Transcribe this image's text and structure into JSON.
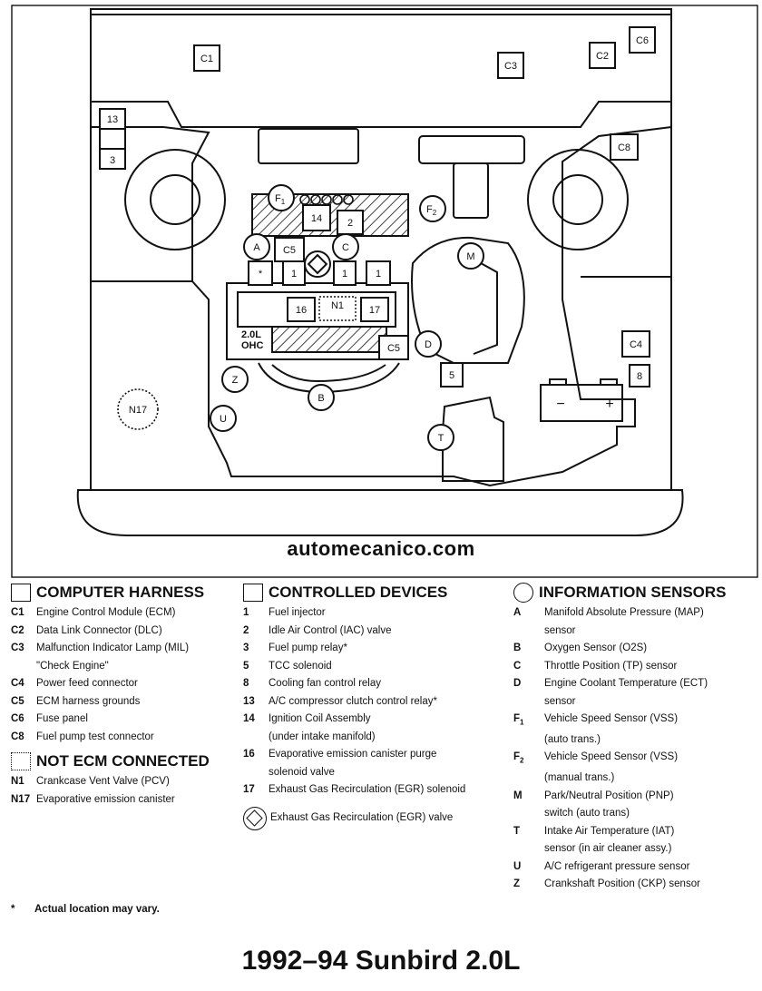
{
  "diagram_labels": {
    "C1": "C1",
    "C2": "C2",
    "C3": "C3",
    "C4": "C4",
    "C5": "C5",
    "C6": "C6",
    "C8": "C8",
    "n13": "13",
    "n3": "3",
    "n14": "14",
    "n2": "2",
    "n1": "1",
    "n16": "16",
    "n17": "17",
    "n5": "5",
    "n8": "8",
    "N1": "N1",
    "N17": "N17",
    "star": "*",
    "A": "A",
    "B": "B",
    "C": "C",
    "D": "D",
    "M": "M",
    "T": "T",
    "U": "U",
    "Z": "Z",
    "F1": "F",
    "F1_sub": "1",
    "F2": "F",
    "F2_sub": "2",
    "engine_tag_1": "2.0L",
    "engine_tag_2": "OHC",
    "battery_minus": "−",
    "battery_plus": "+"
  },
  "watermark": "automecanico.com",
  "computer_harness": {
    "heading": "COMPUTER HARNESS",
    "items": [
      {
        "code": "C1",
        "text": "Engine Control Module (ECM)"
      },
      {
        "code": "C2",
        "text": "Data Link Connector (DLC)"
      },
      {
        "code": "C3",
        "text": "Malfunction Indicator Lamp (MIL)",
        "cont": "\"Check Engine\""
      },
      {
        "code": "C4",
        "text": "Power feed connector"
      },
      {
        "code": "C5",
        "text": "ECM harness grounds"
      },
      {
        "code": "C6",
        "text": "Fuse panel"
      },
      {
        "code": "C8",
        "text": "Fuel pump test connector"
      }
    ]
  },
  "not_ecm_connected": {
    "heading": "NOT ECM CONNECTED",
    "items": [
      {
        "code": "N1",
        "text": "Crankcase Vent Valve (PCV)"
      },
      {
        "code": "N17",
        "text": "Evaporative emission canister"
      }
    ]
  },
  "controlled_devices": {
    "heading": "CONTROLLED DEVICES",
    "items": [
      {
        "code": "1",
        "text": "Fuel injector"
      },
      {
        "code": "2",
        "text": "Idle Air Control (IAC) valve"
      },
      {
        "code": "3",
        "text": "Fuel pump relay*"
      },
      {
        "code": "5",
        "text": "TCC solenoid"
      },
      {
        "code": "8",
        "text": "Cooling fan control relay"
      },
      {
        "code": "13",
        "text": "A/C compressor clutch control relay*"
      },
      {
        "code": "14",
        "text": "Ignition Coil Assembly",
        "cont": "(under intake manifold)"
      },
      {
        "code": "16",
        "text": "Evaporative emission canister purge",
        "cont": "solenoid valve"
      },
      {
        "code": "17",
        "text": "Exhaust Gas Recirculation (EGR) solenoid"
      }
    ],
    "egr_valve": "Exhaust Gas Recirculation (EGR) valve"
  },
  "information_sensors": {
    "heading": "INFORMATION SENSORS",
    "items": [
      {
        "code": "A",
        "sub": "",
        "text": "Manifold Absolute Pressure (MAP)",
        "cont": "sensor"
      },
      {
        "code": "B",
        "sub": "",
        "text": "Oxygen Sensor (O2S)"
      },
      {
        "code": "C",
        "sub": "",
        "text": "Throttle Position (TP) sensor"
      },
      {
        "code": "D",
        "sub": "",
        "text": "Engine Coolant Temperature (ECT)",
        "cont": "sensor"
      },
      {
        "code": "F",
        "sub": "1",
        "text": "Vehicle Speed Sensor (VSS)",
        "cont": "(auto trans.)"
      },
      {
        "code": "F",
        "sub": "2",
        "text": "Vehicle Speed Sensor (VSS)",
        "cont": "(manual trans.)"
      },
      {
        "code": "M",
        "sub": "",
        "text": "Park/Neutral Position (PNP)",
        "cont": "switch (auto trans)"
      },
      {
        "code": "T",
        "sub": "",
        "text": "Intake Air Temperature (IAT)",
        "cont": "sensor (in air cleaner assy.)"
      },
      {
        "code": "U",
        "sub": "",
        "text": "A/C refrigerant pressure sensor"
      },
      {
        "code": "Z",
        "sub": "",
        "text": "Crankshaft Position (CKP) sensor"
      }
    ]
  },
  "footnote": {
    "star": "*",
    "text": "Actual location may vary."
  },
  "title": "1992–94 Sunbird 2.0L"
}
